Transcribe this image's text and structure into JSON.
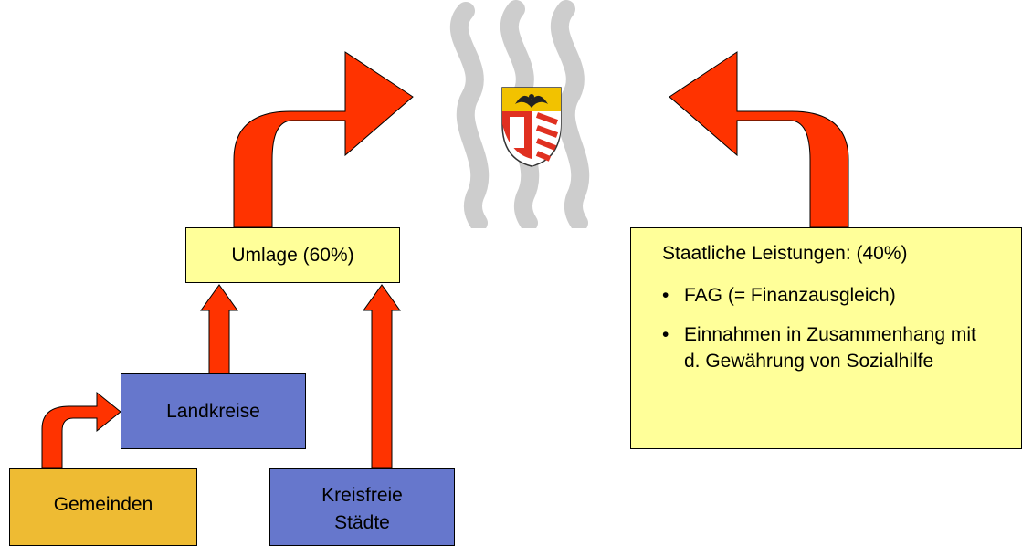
{
  "colors": {
    "arrow_fill": "#ff3300",
    "box_yellow": "#ffff99",
    "box_blue": "#6677cc",
    "box_gold": "#eebb33",
    "smoke_gray": "#c8c8c8"
  },
  "emblem": {
    "icon": "coat-of-arms-icon"
  },
  "boxes": {
    "umlage": "Umlage (60%)",
    "landkreise": "Landkreise",
    "gemeinden": "Gemeinden",
    "kreisfreie_line1": "Kreisfreie",
    "kreisfreie_line2": "Städte",
    "staatliche": {
      "title": "Staatliche Leistungen: (40%)",
      "items": [
        "FAG (= Finanzausgleich)",
        "Einnahmen in Zusammenhang mit d. Gewährung von Sozialhilfe"
      ]
    }
  }
}
